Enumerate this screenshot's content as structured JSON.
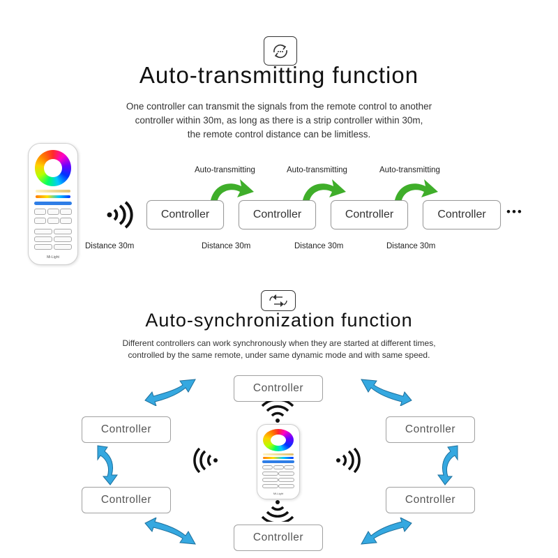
{
  "section1": {
    "icon": "auto-transmit-icon",
    "title": "Auto-transmitting function",
    "description_lines": [
      "One controller can transmit the signals from the remote control to another",
      "controller within 30m, as long as there is a strip controller within 30m,",
      "the remote control distance can be limitless."
    ],
    "controllers": [
      "Controller",
      "Controller",
      "Controller",
      "Controller"
    ],
    "arrow_labels": [
      "Auto-transmitting",
      "Auto-transmitting",
      "Auto-transmitting"
    ],
    "distance_labels": [
      "Distance 30m",
      "Distance 30m",
      "Distance 30m",
      "Distance 30m"
    ],
    "ellipsis": "•••"
  },
  "section2": {
    "icon": "auto-sync-icon",
    "title": "Auto-synchronization function",
    "description_lines": [
      "Different controllers can work synchronously when they are started at different times,",
      "controlled by the same remote, under same dynamic mode and with same speed."
    ],
    "controllers": [
      "Controller",
      "Controller",
      "Controller",
      "Controller",
      "Controller",
      "Controller"
    ]
  },
  "remote": {
    "brand": "Mi-Light"
  },
  "colors": {
    "green_arrow": "#3fae2a",
    "blue_arrow": "#35a8e0",
    "signal": "#111111"
  }
}
